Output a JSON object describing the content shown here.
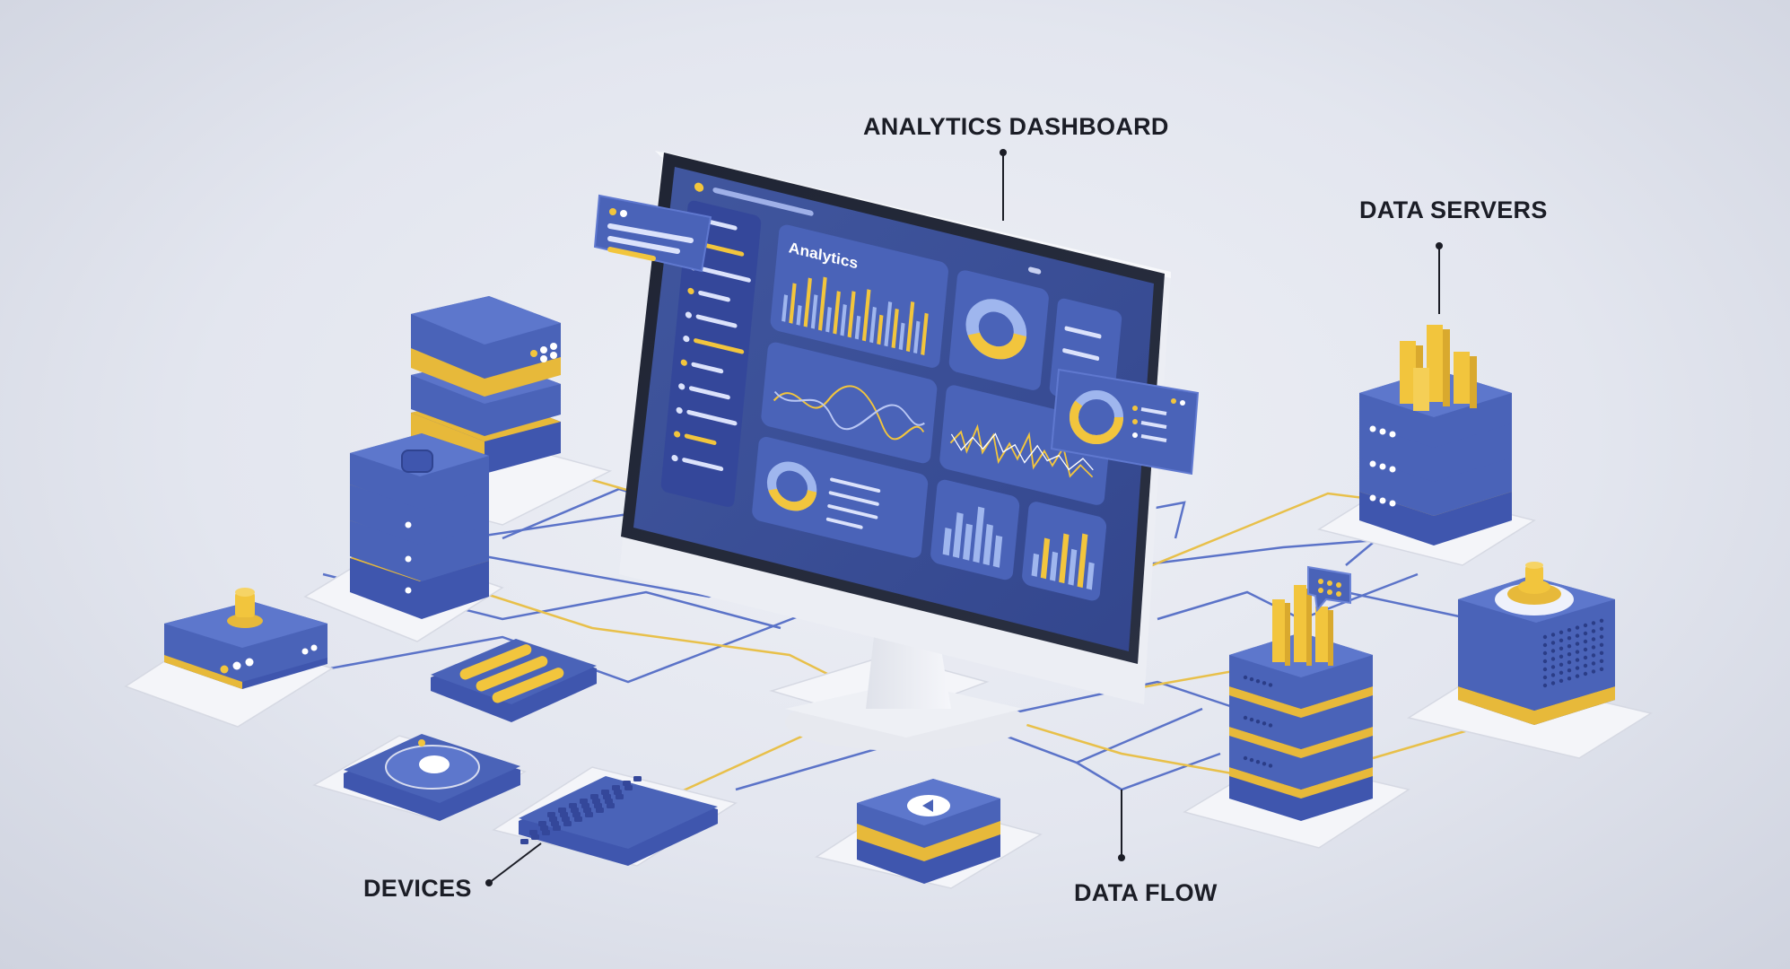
{
  "callouts": {
    "analytics_dashboard": "ANALYTICS DASHBOARD",
    "data_servers": "DATA SERVERS",
    "devices": "DEVICES",
    "data_flow": "DATA FLOW"
  },
  "dashboard": {
    "panel_title": "Analytics"
  },
  "colors": {
    "primary_blue": "#4a63b8",
    "dark_blue": "#34479a",
    "screen_bg": "#3b4f9f",
    "accent_yellow": "#f2c53d",
    "line_blue": "#5b73c8",
    "line_yellow": "#e8c04a"
  },
  "icons": [
    "server-stack-icon",
    "keyboard-icon",
    "mouse-pad-icon",
    "router-icon",
    "disk-device-icon",
    "speaker-server-icon",
    "chat-bubble-icon"
  ]
}
